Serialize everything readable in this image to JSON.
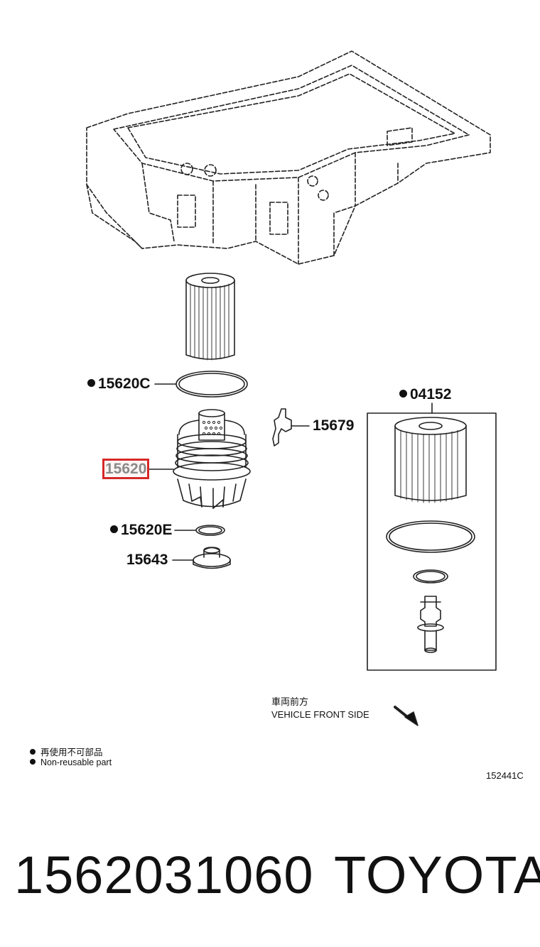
{
  "diagram": {
    "callouts": {
      "c15620c": "15620C",
      "c04152": "04152",
      "c15679": "15679",
      "c15620": "15620",
      "c15620e": "15620E",
      "c15643": "15643"
    },
    "direction_ja": "車両前方",
    "direction_en": "VEHICLE FRONT SIDE",
    "legend": [
      {
        "text": "再使用不可部品"
      },
      {
        "text": "Non-reusable part"
      }
    ],
    "figure_code": "152441C"
  },
  "footer": {
    "part_number": "1562031060",
    "brand": "TOYOTA"
  },
  "colors": {
    "highlight": "#d62828",
    "line": "#111111"
  }
}
